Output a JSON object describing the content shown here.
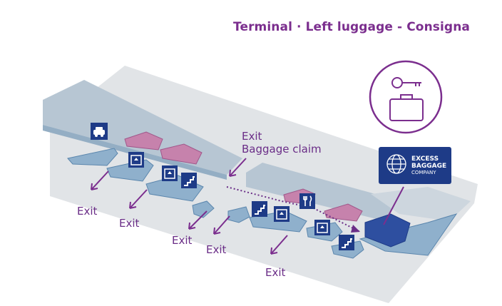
{
  "title": "Terminal · Left luggage - Consigna",
  "labels": {
    "exit": "Exit",
    "exit_baggage_line1": "Exit",
    "exit_baggage_line2": "Baggage claim"
  },
  "brand": {
    "line1": "EXCESS",
    "line2": "BAGGAGE",
    "line3": "COMPANY"
  },
  "colors": {
    "accent": "#7b2e8e",
    "floor": "#dfe2e5",
    "walls": "#b7c6d3",
    "wall_edge": "#5b86ad",
    "shops": "#c682ac",
    "highlight": "#2e4fa0",
    "brand_bg": "#1e3b87"
  },
  "icons": [
    "taxi-icon",
    "elevator-icon",
    "stairs-icon",
    "restaurant-icon",
    "key-icon",
    "suitcase-icon"
  ]
}
